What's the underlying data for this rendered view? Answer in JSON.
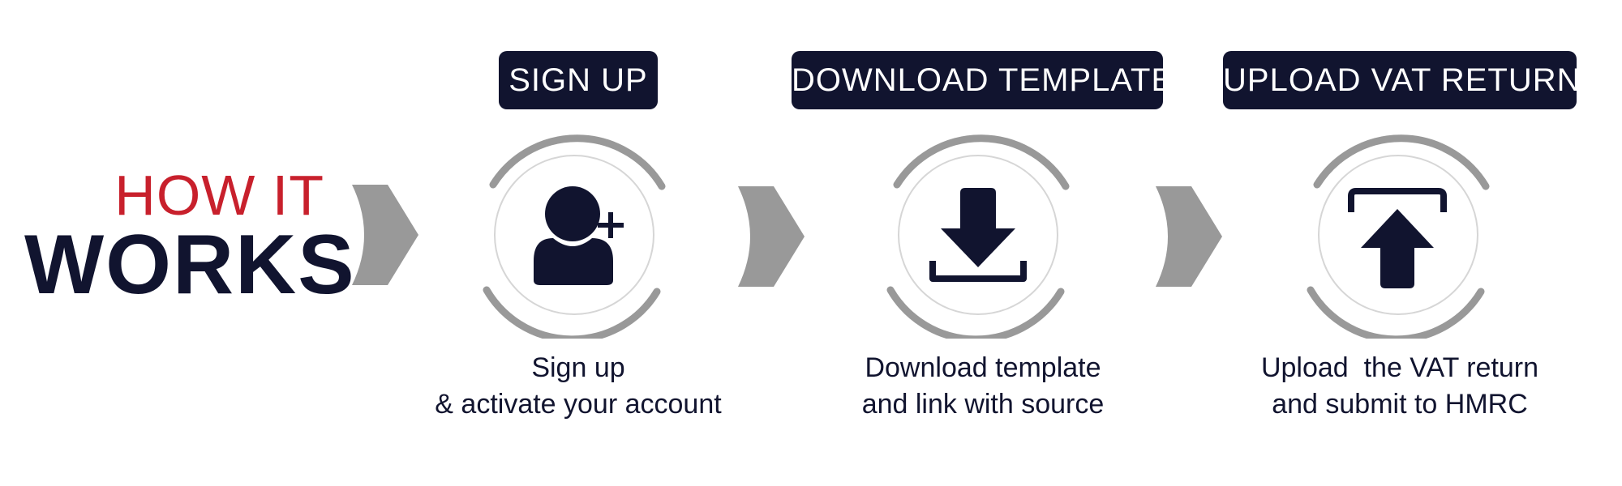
{
  "heading": {
    "line1": "HOW IT",
    "line2": "WORKS"
  },
  "colors": {
    "navy": "#11142f",
    "red": "#c8202c",
    "gray": "#999999",
    "light_gray": "#d6d6d6"
  },
  "steps": [
    {
      "label": "SIGN UP",
      "icon": "user-add-icon",
      "caption_line1": "Sign up",
      "caption_line2": "& activate your account"
    },
    {
      "label": "DOWNLOAD TEMPLATE",
      "icon": "download-icon",
      "caption_line1": "Download template",
      "caption_line2": "and link with source"
    },
    {
      "label": "UPLOAD VAT RETURNS",
      "icon": "upload-icon",
      "caption_line1": "Upload  the VAT return",
      "caption_line2": "and submit to HMRC"
    }
  ]
}
